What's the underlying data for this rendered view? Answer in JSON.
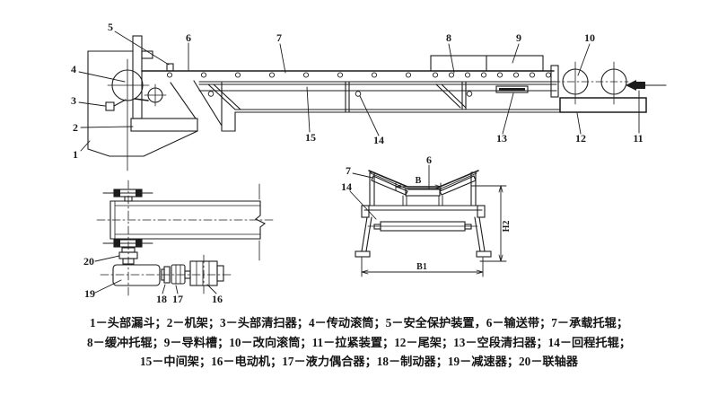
{
  "colors": {
    "background": "#ffffff",
    "ink": "#1c1c1c"
  },
  "caption": {
    "lines": [
      "1－头部漏斗；2－机架；3－头部清扫器；4－传动滚筒；5－安全保护装置，6－输送带；7－承载托辊；",
      "8－缓冲托辊；9－导料槽；10－改向滚筒；11－拉紧装置；12－尾架；13－空段清扫器；14－回程托辊；",
      "15－中间架；16－电动机；17－液力偶合器；18－制动器；19－减速器；20－联轴器"
    ]
  },
  "parts_legend": [
    {
      "num": "1",
      "name": "头部漏斗"
    },
    {
      "num": "2",
      "name": "机架"
    },
    {
      "num": "3",
      "name": "头部清扫器"
    },
    {
      "num": "4",
      "name": "传动滚筒"
    },
    {
      "num": "5",
      "name": "安全保护装置"
    },
    {
      "num": "6",
      "name": "输送带"
    },
    {
      "num": "7",
      "name": "承载托辊"
    },
    {
      "num": "8",
      "name": "缓冲托辊"
    },
    {
      "num": "9",
      "name": "导料槽"
    },
    {
      "num": "10",
      "name": "改向滚筒"
    },
    {
      "num": "11",
      "name": "拉紧装置"
    },
    {
      "num": "12",
      "name": "尾架"
    },
    {
      "num": "13",
      "name": "空段清扫器"
    },
    {
      "num": "14",
      "name": "回程托辊"
    },
    {
      "num": "15",
      "name": "中间架"
    },
    {
      "num": "16",
      "name": "电动机"
    },
    {
      "num": "17",
      "name": "液力偶合器"
    },
    {
      "num": "18",
      "name": "制动器"
    },
    {
      "num": "19",
      "name": "减速器"
    },
    {
      "num": "20",
      "name": "联轴器"
    }
  ],
  "diagrams": {
    "side_view": {
      "callouts": [
        "1",
        "2",
        "3",
        "4",
        "5",
        "6",
        "7",
        "8",
        "9",
        "10",
        "11",
        "12",
        "13",
        "14",
        "15"
      ]
    },
    "drive_unit": {
      "callouts": [
        "16",
        "17",
        "18",
        "19",
        "20"
      ]
    },
    "cross_section": {
      "callouts": [
        "6",
        "7",
        "14"
      ],
      "dims": {
        "b": "B",
        "b1": "B1",
        "h2": "H2"
      }
    }
  }
}
